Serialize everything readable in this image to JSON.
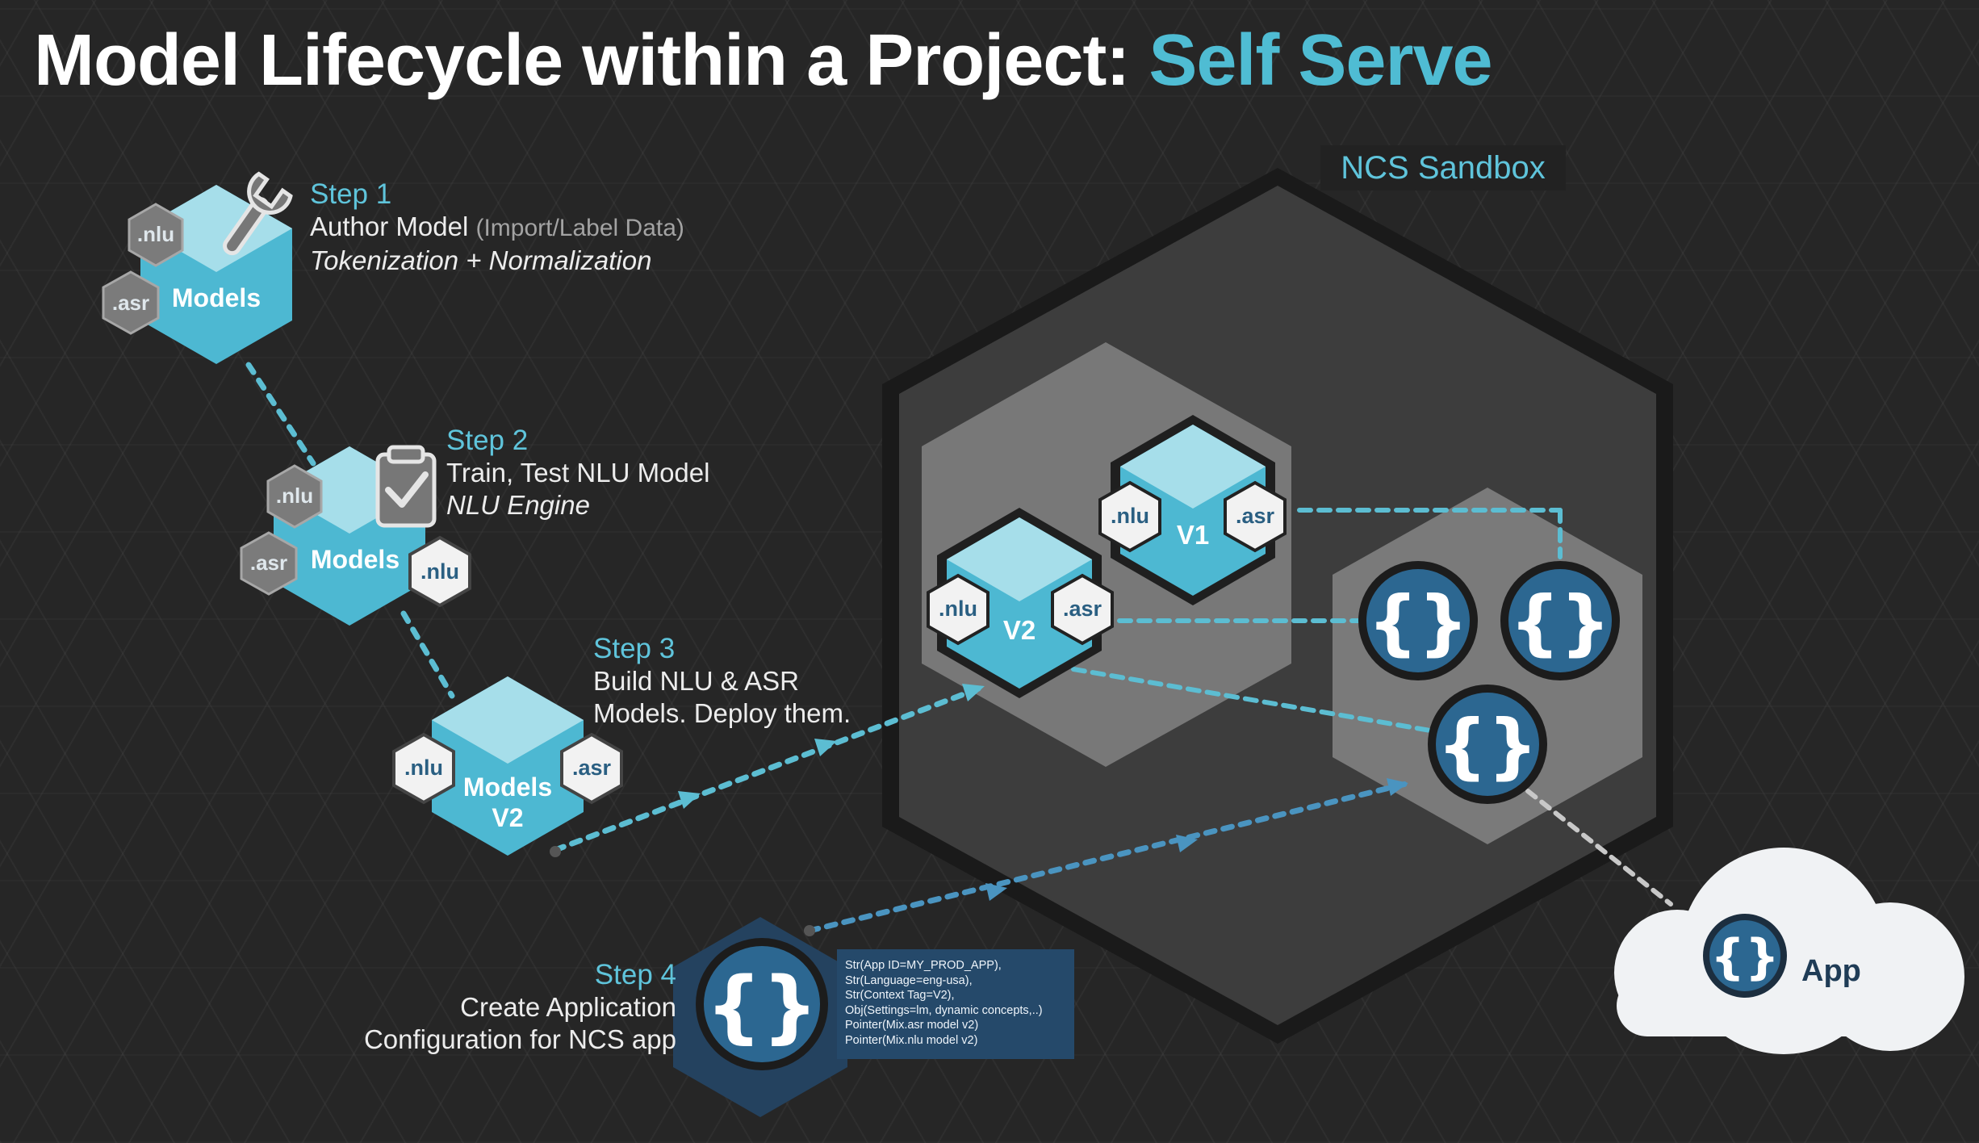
{
  "title": {
    "main": "Model Lifecycle within a Project:",
    "accent": "Self Serve"
  },
  "sandbox": {
    "label": "NCS Sandbox"
  },
  "steps": [
    {
      "heading": "Step 1",
      "line1": "Author Model",
      "line1_sub": "(Import/Label Data)",
      "line2": "Tokenization + Normalization"
    },
    {
      "heading": "Step 2",
      "line1": "Train, Test NLU Model",
      "line2": "NLU Engine"
    },
    {
      "heading": "Step 3",
      "line1": "Build NLU & ASR",
      "line2": "Models. Deploy them."
    },
    {
      "heading": "Step 4",
      "line1": "Create Application",
      "line2": "Configuration for NCS app"
    }
  ],
  "nodes": {
    "models1": {
      "label": "Models",
      "badges": [
        ".nlu",
        ".asr"
      ]
    },
    "models2": {
      "label": "Models",
      "badges": [
        ".nlu",
        ".asr",
        ".nlu"
      ]
    },
    "models3": {
      "label_line1": "Models",
      "label_line2": "V2",
      "badges": [
        ".nlu",
        ".asr"
      ]
    },
    "v1": {
      "label": "V1",
      "badges": [
        ".nlu",
        ".asr"
      ]
    },
    "v2": {
      "label": "V2",
      "badges": [
        ".nlu",
        ".asr"
      ]
    },
    "config_icon": "{}"
  },
  "config_text": [
    "Str(App ID=MY_PROD_APP),",
    "Str(Language=eng-usa),",
    "Str(Context Tag=V2),",
    "Obj(Settings=lm, dynamic concepts,..)",
    "Pointer(Mix.asr model v2)",
    "Pointer(Mix.nlu model v2)"
  ],
  "app": {
    "label": "App"
  },
  "icons": [
    "wrench-icon",
    "clipboard-check-icon",
    "braces-icon",
    "cloud-icon"
  ],
  "colors": {
    "accent": "#4fbcd3",
    "cube_top": "#a6deea",
    "cube_side": "#4db8d2",
    "badge": "#f2f2f2",
    "badge_text": "#2a5f82",
    "braces_bg": "#2c6791",
    "dark_blue": "#25496a"
  }
}
